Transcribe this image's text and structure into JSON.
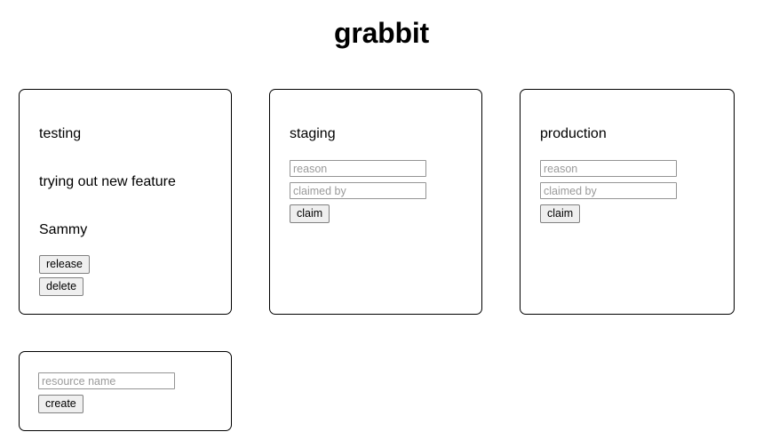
{
  "app": {
    "title": "grabbit"
  },
  "resource_cards": [
    {
      "name": "testing",
      "state": "claimed",
      "reason_text": "trying out new feature",
      "claimed_by_text": "Sammy",
      "release_label": "release",
      "delete_label": "delete"
    },
    {
      "name": "staging",
      "state": "available",
      "reason_placeholder": "reason",
      "reason_value": "",
      "claimed_by_placeholder": "claimed by",
      "claimed_by_value": "",
      "claim_label": "claim"
    },
    {
      "name": "production",
      "state": "available",
      "reason_placeholder": "reason",
      "reason_value": "",
      "claimed_by_placeholder": "claimed by",
      "claimed_by_value": "",
      "claim_label": "claim"
    }
  ],
  "create_card": {
    "resource_name_placeholder": "resource name",
    "resource_name_value": "",
    "create_label": "create"
  },
  "colors": {
    "page_background": "#ffffff",
    "card_background": "#ffffff",
    "card_border": "#000000",
    "text": "#000000",
    "placeholder_text": "#9a9a9a",
    "input_border": "#949494",
    "button_background": "#efefef",
    "button_border": "#808080"
  }
}
